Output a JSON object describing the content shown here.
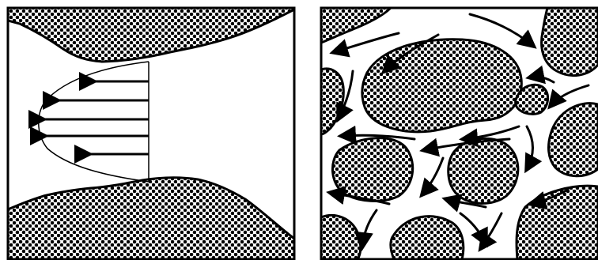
{
  "figure": {
    "panels": [
      {
        "id": "left",
        "subject": "laminar-flow-velocity-profile-in-pore-throat"
      },
      {
        "id": "right",
        "subject": "flow-paths-around-grains-in-porous-medium"
      }
    ],
    "colors": {
      "ink": "#000000",
      "paper": "#ffffff"
    },
    "left": {
      "velocity_arrow_count": 5,
      "flow_direction": "left"
    },
    "right": {
      "flow_direction": "mixed"
    }
  }
}
